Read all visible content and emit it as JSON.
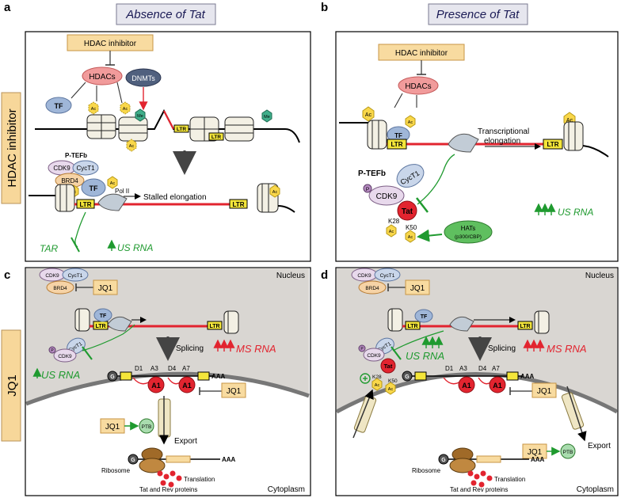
{
  "panels": {
    "a": {
      "letter": "a",
      "header": "Absence of Tat"
    },
    "b": {
      "letter": "b",
      "header": "Presence of Tat"
    },
    "c": {
      "letter": "c"
    },
    "d": {
      "letter": "d"
    }
  },
  "side_labels": {
    "top": "HDAC inhibitor",
    "bottom": "JQ1"
  },
  "labels": {
    "hdac_inhibitor": "HDAC inhibitor",
    "hdacs": "HDACs",
    "dnmts": "DNMTs",
    "tf": "TF",
    "ac": "Ac",
    "me": "Me",
    "ltr": "LTR",
    "ptefb": "P-TEFb",
    "cdk9": "CDK9",
    "cyct1": "CycT1",
    "brd4": "BRD4",
    "pol2": "Pol II",
    "stalled": "Stalled elongation",
    "tar": "TAR",
    "us_rna": "US RNA",
    "ms_rna": "MS RNA",
    "transcriptional": "Transcriptional",
    "elongation": "elongation",
    "tat": "Tat",
    "p": "P",
    "k28": "K28",
    "k50": "K50",
    "hats": "HATs",
    "hats_sub": "(p300/CBP)",
    "nucleus": "Nucleus",
    "cytoplasm": "Cytoplasm",
    "jq1": "JQ1",
    "splicing": "Splicing",
    "g": "G",
    "d1": "D1",
    "a3": "A3",
    "d4": "D4",
    "a7": "A7",
    "a1": "A1",
    "aaa": "AAA",
    "ptb": "PTB",
    "export": "Export",
    "ribosome": "Ribosome",
    "translation": "Translation",
    "tat_rev": "Tat and Rev proteins"
  },
  "colors": {
    "panel_header_bg": "#e6e6ee",
    "side_label_bg": "#f7d79a",
    "hdac": "#f19b9b",
    "dnmt": "#50607e",
    "tf": "#9fb6d8",
    "ac": "#f9d74a",
    "me": "#3fae8a",
    "ltr": "#f4e63a",
    "red_line": "#e2242f",
    "green": "#1f9a2f",
    "tat": "#e2242f",
    "nucleus": "#d9d6d2",
    "cdk9": "#e8d9ec",
    "cyct1": "#c9d6ea",
    "brd4": "#f6d3a6",
    "hats": "#5fbf5f",
    "ptb": "#a9dcae",
    "ribosome": "#a06a28"
  }
}
